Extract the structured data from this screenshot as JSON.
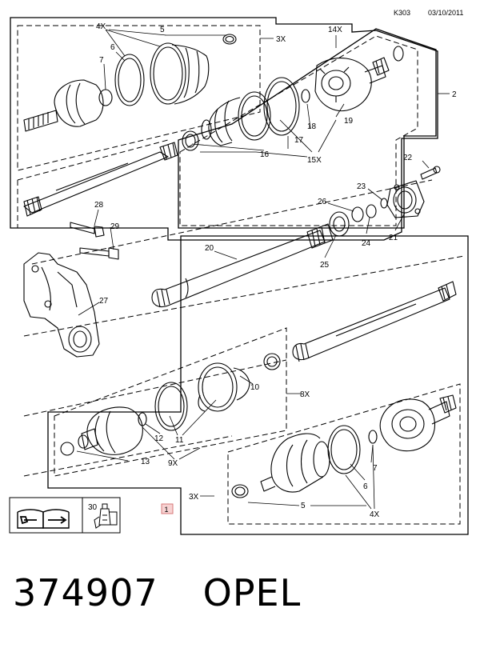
{
  "header": {
    "code": "K303",
    "date": "03/10/2011"
  },
  "callouts": {
    "top_box": {
      "qty_4x": "4X",
      "n5": "5",
      "n6": "6",
      "n7": "7",
      "qty_3x": "3X"
    },
    "right_box": {
      "qty_14x": "14X",
      "n2": "2",
      "n16": "16",
      "n17": "17",
      "n18": "18",
      "n19": "19",
      "qty_15x": "15X"
    },
    "middle": {
      "n20": "20",
      "n21": "21",
      "n22": "22",
      "n23": "23",
      "n24": "24",
      "n25": "25",
      "n26": "26",
      "n27": "27",
      "n28": "28",
      "n29": "29"
    },
    "lower_box": {
      "n10": "10",
      "qty_8x": "8X",
      "n11": "11",
      "n12": "12",
      "n13": "13",
      "qty_9x": "9X"
    },
    "bottom_box": {
      "qty_3x": "3X",
      "n5": "5",
      "n6": "6",
      "n7": "7",
      "qty_4x": "4X"
    },
    "legend": {
      "n30": "30",
      "n1": "1"
    }
  },
  "footer": {
    "part_number": "374907",
    "brand": "OPEL"
  },
  "colors": {
    "line": "#000000",
    "highlight_fill": "#f7d2d2",
    "highlight_stroke": "#d77a7a"
  },
  "icons": [
    "repair-manual-icon",
    "grease-tube-icon"
  ]
}
